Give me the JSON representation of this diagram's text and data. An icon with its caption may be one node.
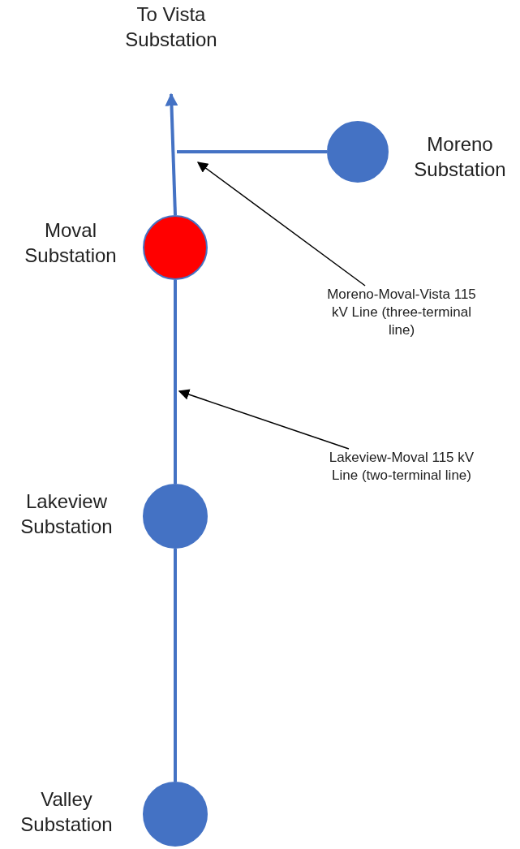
{
  "diagram": {
    "nodes": [
      {
        "text": [
          "To Vista Substation"
        ]
      },
      {
        "text": [
          "Moreno Substation"
        ]
      },
      {
        "text": [
          "Moval Substation"
        ]
      },
      {
        "text": [
          "Lakeview Substation"
        ]
      },
      {
        "text": [
          "Valley Substation"
        ]
      },
      {
        "text": [
          "Moreno-Moval-Vista 115 kV Line (three-terminal line)"
        ]
      },
      {
        "text": [
          "Lakeview-Moval 115 kV Line (two-terminal line)"
        ]
      }
    ],
    "edges": [
      {
        "from": 4,
        "to": 3,
        "arrow": "none"
      },
      {
        "from": 3,
        "to": 2,
        "arrow": "none"
      },
      {
        "from": 2,
        "to": 0,
        "arrow": "to"
      },
      {
        "from": 1,
        "to": null,
        "arrow": "none"
      },
      {
        "from": 5,
        "to": null,
        "arrow": "to",
        "color": "#000000"
      },
      {
        "from": 6,
        "to": null,
        "arrow": "to",
        "color": "#000000"
      }
    ]
  }
}
